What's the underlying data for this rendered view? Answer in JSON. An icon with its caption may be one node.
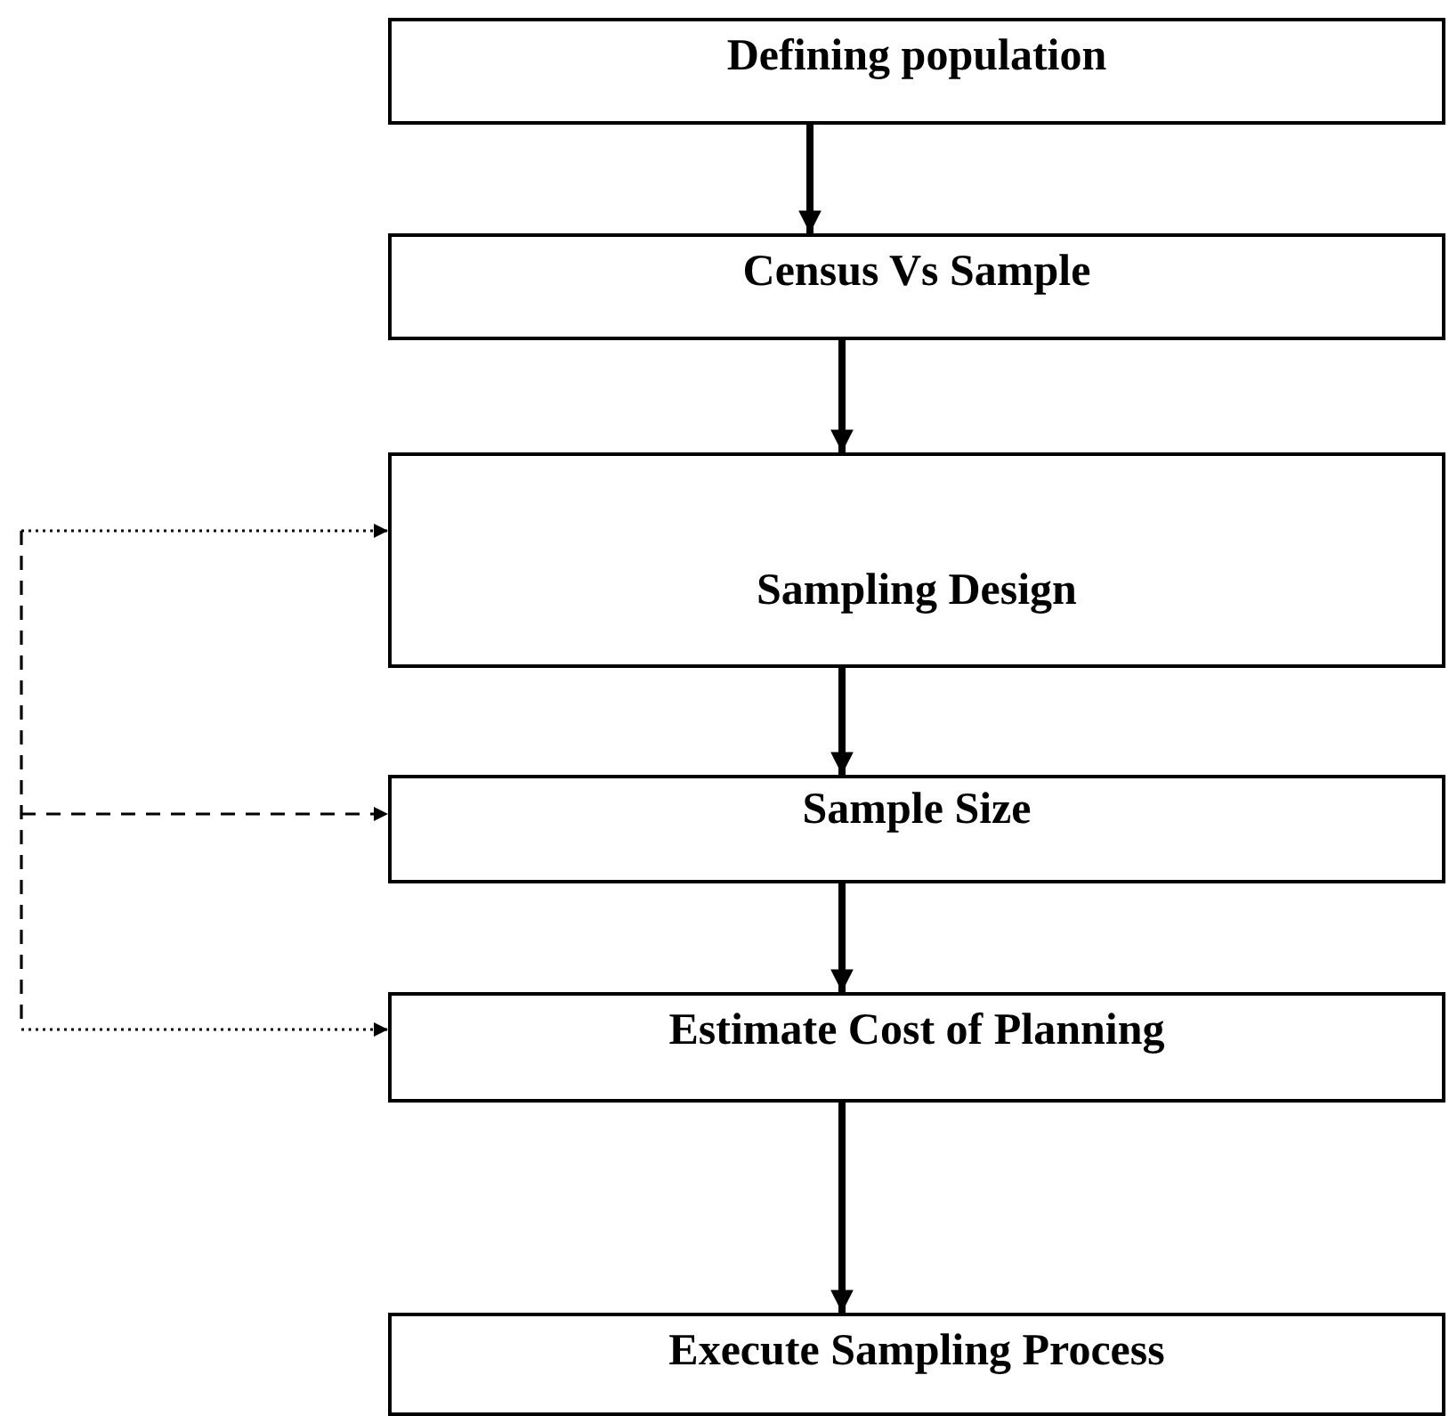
{
  "diagram": {
    "nodes": [
      {
        "text": [
          "Defining population"
        ]
      },
      {
        "text": [
          "Census Vs Sample"
        ]
      },
      {
        "text": [
          "Sampling Design"
        ]
      },
      {
        "text": [
          "Sample Size"
        ]
      },
      {
        "text": [
          "Estimate Cost of Planning"
        ]
      },
      {
        "text": [
          "Execute Sampling Process"
        ]
      }
    ],
    "edges": [
      {
        "from": 0,
        "to": 1,
        "arrow": "to"
      },
      {
        "from": 1,
        "to": 2,
        "arrow": "to"
      },
      {
        "from": 2,
        "to": 3,
        "arrow": "to"
      },
      {
        "from": 3,
        "to": 4,
        "arrow": "to"
      },
      {
        "from": 4,
        "to": 5,
        "arrow": "to"
      },
      {
        "from": null,
        "to": 2,
        "arrow": "to",
        "style": "dashed"
      },
      {
        "from": null,
        "to": 3,
        "arrow": "to",
        "style": "dashed"
      },
      {
        "from": null,
        "to": 4,
        "arrow": "to",
        "style": "dashed"
      }
    ]
  }
}
